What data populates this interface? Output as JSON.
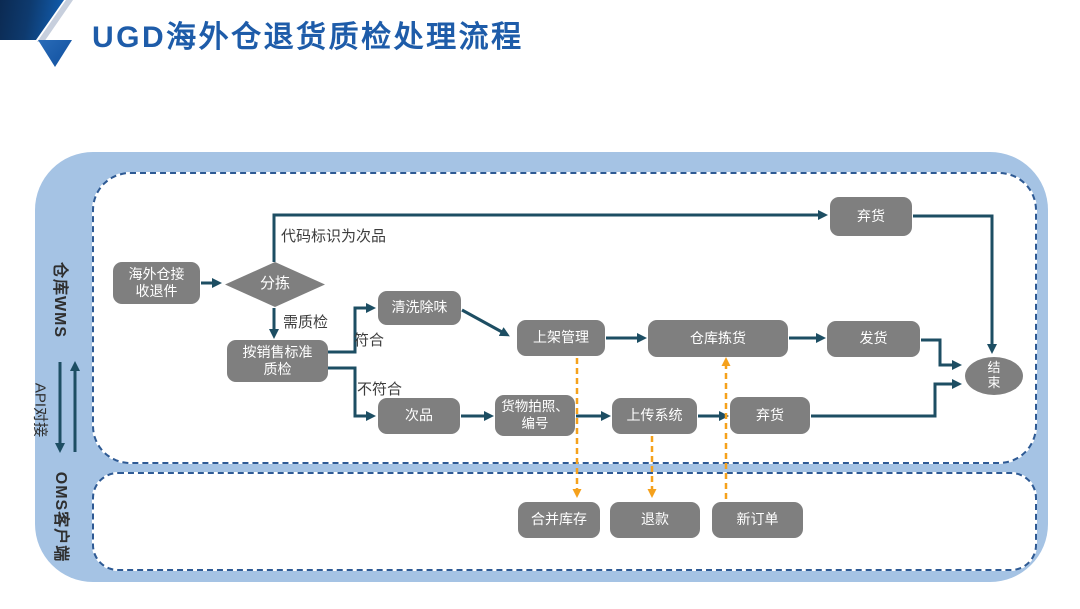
{
  "header": {
    "title": "UGD海外仓退货质检处理流程"
  },
  "lanes": {
    "wms_label": "仓库WMS",
    "api_label": "API对接",
    "oms_label": "OMS客户端"
  },
  "nodes": {
    "receive": "海外仓接收退件",
    "sort": "分拣",
    "qc": "按销售标准质检",
    "clean": "清洗除味",
    "shelf": "上架管理",
    "pick": "仓库拣货",
    "ship": "发货",
    "discard_top": "弃货",
    "defect": "次品",
    "photo": "货物拍照、编号",
    "upload": "上传系统",
    "discard_bottom": "弃货",
    "end": "结束",
    "merge": "合并库存",
    "refund": "退款",
    "new_order": "新订单"
  },
  "edge_labels": {
    "defect_code": "代码标识为次品",
    "need_qc": "需质检",
    "pass": "符合",
    "fail": "不符合"
  },
  "colors": {
    "title_blue": "#1e5ca9",
    "band_blue": "#a5c3e4",
    "lane_border_blue": "#2e5a94",
    "node_gray": "#7f7f7f",
    "connector_navy": "#1d4e63",
    "api_orange": "#f5a11c"
  }
}
